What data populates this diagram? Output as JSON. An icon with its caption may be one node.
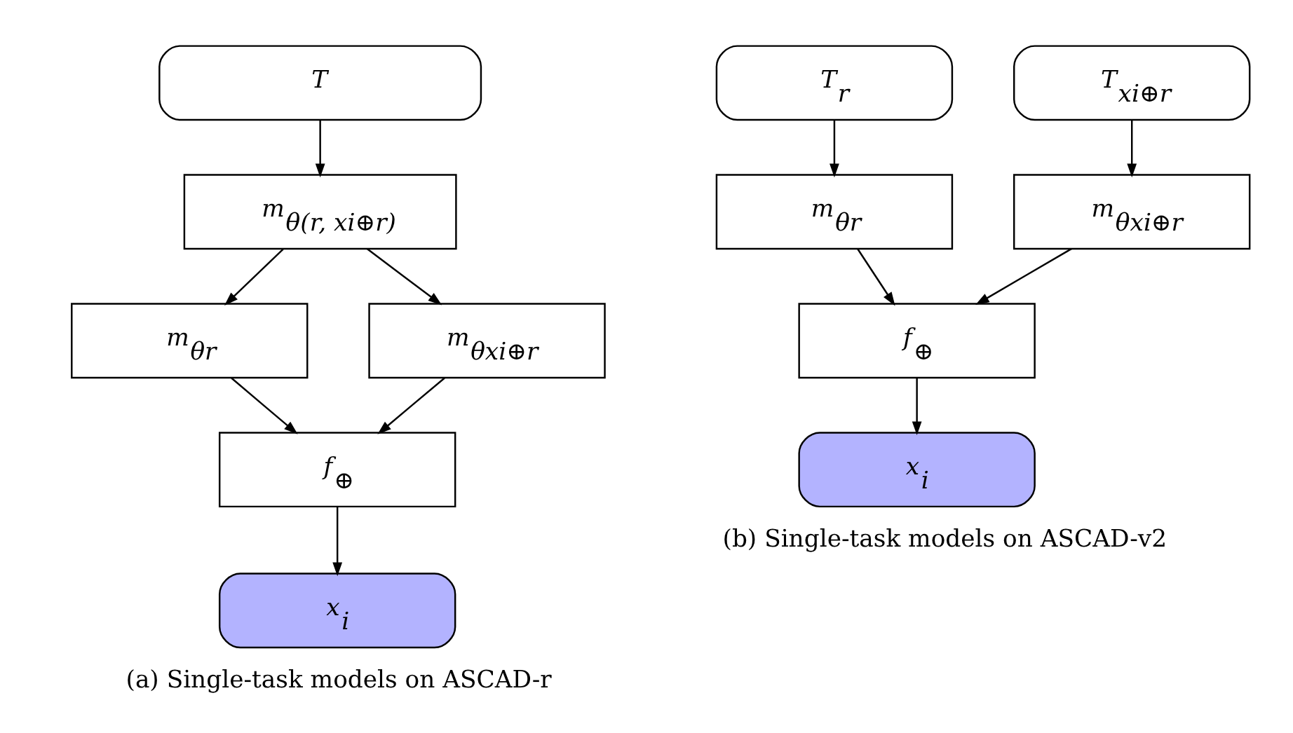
{
  "diagram": {
    "nodes": [
      {
        "text": [
          "T"
        ]
      },
      {
        "text": [
          "m$_{θ(r, xi⊕r)}$"
        ]
      },
      {
        "text": [
          "m$_{θr}$"
        ]
      },
      {
        "text": [
          "m$_{θxi⊕r}$"
        ]
      },
      {
        "text": [
          "f$_{⊕}$"
        ]
      },
      {
        "text": [
          "x$_{i}$"
        ]
      },
      {
        "text": [
          "T$_{r}$"
        ]
      },
      {
        "text": [
          "T$_{xi⊕r}$"
        ]
      },
      {
        "text": [
          "m$_{θr}$"
        ]
      },
      {
        "text": [
          "m$_{θxi⊕r}$"
        ]
      },
      {
        "text": [
          "f$_{⊕}$"
        ]
      },
      {
        "text": [
          "x$_{i}$"
        ]
      }
    ],
    "edges": [
      {
        "from": 0,
        "to": 1,
        "arrow": "to"
      },
      {
        "from": 1,
        "to": 2,
        "arrow": "to"
      },
      {
        "from": 1,
        "to": 3,
        "arrow": "to"
      },
      {
        "from": 2,
        "to": 4,
        "arrow": "to"
      },
      {
        "from": 3,
        "to": 4,
        "arrow": "to"
      },
      {
        "from": 4,
        "to": 5,
        "arrow": "to"
      },
      {
        "from": 6,
        "to": 8,
        "arrow": "to"
      },
      {
        "from": 7,
        "to": 9,
        "arrow": "to"
      },
      {
        "from": 8,
        "to": 10,
        "arrow": "to"
      },
      {
        "from": 9,
        "to": 10,
        "arrow": "to"
      },
      {
        "from": 10,
        "to": 11,
        "arrow": "to"
      }
    ],
    "labels": [
      "(a) Single-task models on ASCAD-r",
      "(b) Single-task models on ASCAD-v2"
    ]
  }
}
